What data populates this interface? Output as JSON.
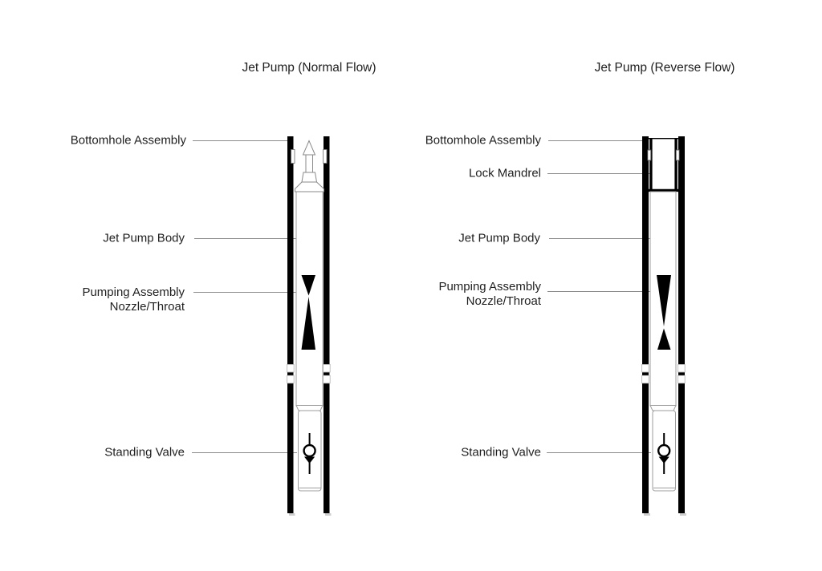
{
  "page": {
    "background": "#ffffff"
  },
  "colors": {
    "black": "#000000",
    "text": "#1f1f1f",
    "leader_line": "#8c8c8c",
    "body_outline": "#9e9e9e"
  },
  "diagrams": {
    "normal": {
      "title": "Jet Pump (Normal Flow)",
      "labels": {
        "bottomhole_assembly": "Bottomhole Assembly",
        "jet_pump_body": "Jet Pump Body",
        "pumping_assembly_line1": "Pumping Assembly",
        "pumping_assembly_line2": "Nozzle/Throat",
        "standing_valve": "Standing Valve"
      }
    },
    "reverse": {
      "title": "Jet Pump (Reverse Flow)",
      "labels": {
        "bottomhole_assembly": "Bottomhole Assembly",
        "lock_mandrel": "Lock Mandrel",
        "jet_pump_body": "Jet Pump Body",
        "pumping_assembly_line1": "Pumping Assembly",
        "pumping_assembly_line2": "Nozzle/Throat",
        "standing_valve": "Standing Valve"
      }
    }
  }
}
